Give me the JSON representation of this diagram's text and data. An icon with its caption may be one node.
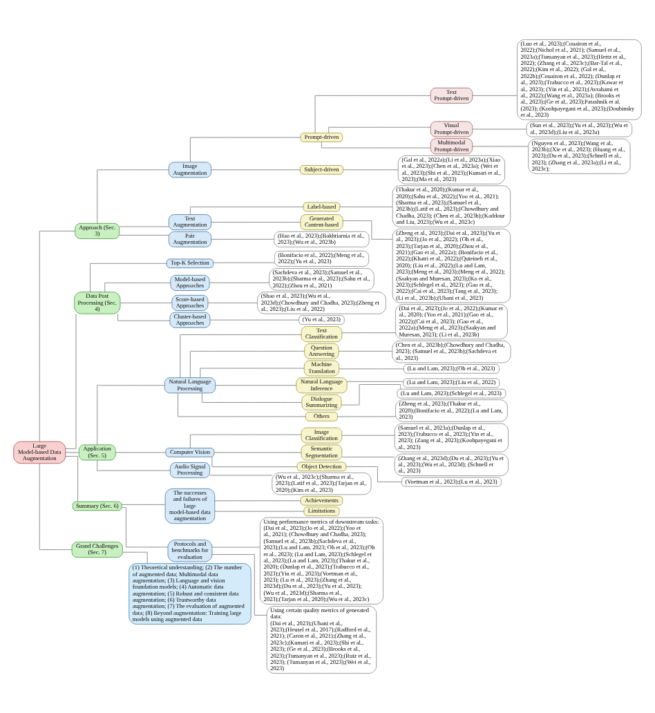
{
  "diagram": {
    "nodes": [
      {
        "text": [
          "Large Model-based Data Augmentation"
        ]
      },
      {
        "text": [
          "Approach (Sec. 3)"
        ]
      },
      {
        "text": [
          "Image Augmentation"
        ]
      },
      {
        "text": [
          "Prompt-driven"
        ]
      },
      {
        "text": [
          "Text Prompt-driven"
        ]
      },
      {
        "text": [
          "(Luo et al., 2023);(Couairon et al., 2022);(Nichol et al., 2021); (Samuel et al., 2023a);(Tumanyan et al., 2023);(Hertz et al., 2022); (Zhang et al., 2023c);(Bar-Tal et al., 2022);(Kim et al., 2022); (Gal et al., 2022b);(Couairon et al., 2022); (Dunlap et al., 2023);(Trabucco et al., 2023);(Kawar et al., 2023); (Yin et al., 2023);(Avrahami et al., 2022);(Wang et al., 2023a); (Brooks et al., 2023);(Ge et al., 2023);Patashnik et al. (2023); (Koohpayegani et al., 2023);(Doubinsky et al., 2023)"
        ]
      },
      {
        "text": [
          "Visual Prompt-driven"
        ]
      },
      {
        "text": [
          "(Sun et al., 2023);(Yu et al., 2023);(Wu et al., 2023d);(Liu et al., 2023a)"
        ]
      },
      {
        "text": [
          "Multimodal Prompt-driven"
        ]
      },
      {
        "text": [
          "(Nguyen et al., 2023);(Wang et al., 2023b);(Xie et al., 2023); (Huang et al., 2023);(Du et al., 2023);(Schnell et al., 2023); (Zhang et al., 2023a);(Li et al., 2023c);"
        ]
      },
      {
        "text": [
          "Subject-driven"
        ]
      },
      {
        "text": [
          "(Gal et al., 2022a);(Li et al., 2023a);(Xiao et al., 2023);(Chen et al., 2023a); (Wei et al., 2023);(Shi et al., 2023);(Kumari et al., 2023);(Ma et al., 2023)"
        ]
      },
      {
        "text": [
          "Text Augmentation"
        ]
      },
      {
        "text": [
          "Label-based"
        ]
      },
      {
        "text": [
          "(Thakur et al., 2020);(Kumar et al., 2020);(Sahu et al., 2022);(Yoo et al., 2021); (Sharma et al., 2023);(Samuel et al., 2023b);(Latif et al., 2023);(Chowdhury and Chadha, 2023); (Chen et al., 2023b);(Kaddour and Liu, 2023);(Wu et al., 2023c)"
        ]
      },
      {
        "text": [
          "Generated Content-based"
        ]
      },
      {
        "text": [
          "(Zheng et al., 2023);(Dai et al., 2023);(Yu et al., 2023);(Jo et al., 2022); (Oh et al., 2023);(Tarjan et al., 2020);(Zhou et al., 2021);(Gao et al., 2022a); (Bonifacio et al., 2022);(Khatri et al., 2022);(Quteineh et al., 2020); (Liu et al., 2022);(Lu and Lam, 2023);(Meng et al., 2023);(Meng et al., 2022); (Saakyan and Muresan, 2023);(Ko et al., 2023);(Schlegel et al., 2023); (Gao et al., 2022);(Cai et al., 2023);(Tang et al., 2023); (Li et al., 2023b);(Ubani et al., 2023)"
        ]
      },
      {
        "text": [
          "Pair Augmentation"
        ]
      },
      {
        "text": [
          "(Hao et al., 2023);(Bakhtiarnia et al., 2023);(Wu et al., 2023b)"
        ]
      },
      {
        "text": [
          "Data Post Processing (Sec. 4)"
        ]
      },
      {
        "text": [
          "Top-K Selection"
        ]
      },
      {
        "text": [
          "(Bonifacio et al., 2022);(Meng et al., 2022);(Yu et al., 2023)"
        ]
      },
      {
        "text": [
          "Model-based Approaches"
        ]
      },
      {
        "text": [
          "(Sachdeva et al., 2023);(Samuel et al., 2023b);(Sharma et al., 2023);(Sahu et al., 2022);(Zhou et al., 2021)"
        ]
      },
      {
        "text": [
          "Score-based Approaches"
        ]
      },
      {
        "text": [
          "(Shao et al., 2023);(Wu et al., 2023d);(Chowdhury and Chadha, 2023);(Zheng et al., 2023);(Liu et al., 2022)"
        ]
      },
      {
        "text": [
          "Cluster-based Approaches"
        ]
      },
      {
        "text": [
          "(Yu et al., 2023)"
        ]
      },
      {
        "text": [
          "Application (Sec. 5)"
        ]
      },
      {
        "text": [
          "Natural Language Processing"
        ]
      },
      {
        "text": [
          "Text Classification"
        ]
      },
      {
        "text": [
          "(Dai et al., 2023);(Jo et al., 2022);(Kumar et al., 2020); (Yoo et al., 2021);(Gao et al., 2022);(Cai et al., 2023); (Gao et al., 2022a);(Meng et al., 2023);(Saakyan and Muresan, 2023); (Li et al., 2023b)"
        ]
      },
      {
        "text": [
          "Question Answering"
        ]
      },
      {
        "text": [
          "(Chen et al., 2023b);(Chowdhury and Chadha, 2023); (Samuel et al., 2023b);(Sachdeva et al., 2023)"
        ]
      },
      {
        "text": [
          "Machine Translation"
        ]
      },
      {
        "text": [
          "(Lu and Lam, 2023);(Oh et al., 2023)"
        ]
      },
      {
        "text": [
          "Natural Language Inference"
        ]
      },
      {
        "text": [
          "(Lu and Lam, 2023);(Liu et al., 2022)"
        ]
      },
      {
        "text": [
          "Dialogue Summarizing"
        ]
      },
      {
        "text": [
          "(Lu and Lam, 2023);(Schlegel et al., 2023)"
        ]
      },
      {
        "text": [
          "Others"
        ]
      },
      {
        "text": [
          "(Zheng et al., 2023);(Thakur et al., 2020);(Bonifacio et al., 2022);(Lu and Lam, 2023)"
        ]
      },
      {
        "text": [
          "Computer Vision"
        ]
      },
      {
        "text": [
          "Image Classification"
        ]
      },
      {
        "text": [
          "(Samuel et al., 2023a);(Dunlap et al., 2023);(Trabucco et al., 2023);(Yin et al., 2023); (Zang et al., 2023);(Koohpayegani et al., 2023)"
        ]
      },
      {
        "text": [
          "Semantic Segmentation"
        ]
      },
      {
        "text": [
          "(Zhang et al., 2023d);(Du et al., 2023);(Yu et al., 2023);(Wu et al., 2023d); (Schnell et al., 2023)"
        ]
      },
      {
        "text": [
          "Object Detection"
        ]
      },
      {
        "text": [
          "(Voetman et al., 2023);(Lu et al., 2023)"
        ]
      },
      {
        "text": [
          "Audio Signal Processing"
        ]
      },
      {
        "text": [
          "(Wu et al., 2023c);(Sharma et al., 2023);(Latif et al., 2023);(Tarjan et al., 2020);(Kim et al., 2023)"
        ]
      },
      {
        "text": [
          "Summary (Sec. 6)"
        ]
      },
      {
        "text": [
          "The successes and failures of large model-based data augmentation"
        ]
      },
      {
        "text": [
          "Achievements"
        ]
      },
      {
        "text": [
          "Limitations"
        ]
      },
      {
        "text": [
          "Protocols and benchmarks for evaluation"
        ]
      },
      {
        "text": [
          "Using performance metrics of downstream tasks:",
          "(Dai et al., 2023);(Jo et al., 2022);(Yoo et al., 2021); (Chowdhury and Chadha, 2023); (Samuel et al., 2023b);(Sachdeva et al., 2023);(Lu and Lam, 2023; Oh et al., 2023);(Oh et al., 2023); (Lu and Lam, 2023);(Schlegel et al., 2023);(Lu and Lam, 2023);(Thakur et al., 2020); (Dunlap et al., 2023);(Trabucco et al., 2023);(Yin et al., 2023);(Voetman et al., 2023); (Lu et al., 2023);(Zhang et al., 2023d);(Du et al., 2023);(Yu et al., 2023); (Wu et al., 2023d);(Sharma et al., 2023);(Tarjan et al., 2020);(Wu et al., 2023c)"
        ]
      },
      {
        "text": [
          "Using certain quality metrics of generated data:",
          "(Dai et al., 2023);(Ubani et al., 2023);(Heusel et al., 2017);(Radford et al., 2021); (Caron et al., 2021);(Zhang et al., 2023c);(Kumari et al., 2023);(Shi et al., 2023); (Ge et al., 2023);(Brooks et al., 2023);(Tumanyan et al., 2023);(Ruiz et al., 2023); (Tumanyan et al., 2023);(Wei et al., 2023)"
        ]
      },
      {
        "text": [
          "Grand Challenges (Sec. 7)"
        ]
      },
      {
        "text": [
          "(1) Theoretical understanding; (2) The number of augmented data; Multimodal data augmentation; (3) Language and vision foundation models; (4) Automatic data augmentation; (5) Robust and consistent data augmentation; (6) Trustworthy data augmentation; (7) The evaluation of augmented data; (8) Beyond augmentation: Training large models using augmented data"
        ]
      }
    ],
    "edges": [
      {
        "from": 0,
        "to": 1,
        "arrow": "none"
      },
      {
        "from": 1,
        "to": 2,
        "arrow": "none"
      },
      {
        "from": 2,
        "to": 3,
        "arrow": "none"
      },
      {
        "from": 3,
        "to": 4,
        "arrow": "none"
      },
      {
        "from": 4,
        "to": 5,
        "arrow": "none"
      },
      {
        "from": 3,
        "to": 6,
        "arrow": "none"
      },
      {
        "from": 6,
        "to": 7,
        "arrow": "none"
      },
      {
        "from": 3,
        "to": 8,
        "arrow": "none"
      },
      {
        "from": 8,
        "to": 9,
        "arrow": "none"
      },
      {
        "from": 2,
        "to": 10,
        "arrow": "none"
      },
      {
        "from": 10,
        "to": 11,
        "arrow": "none"
      },
      {
        "from": 1,
        "to": 12,
        "arrow": "none"
      },
      {
        "from": 12,
        "to": 13,
        "arrow": "none"
      },
      {
        "from": 13,
        "to": 14,
        "arrow": "none"
      },
      {
        "from": 12,
        "to": 15,
        "arrow": "none"
      },
      {
        "from": 15,
        "to": 16,
        "arrow": "none"
      },
      {
        "from": 1,
        "to": 17,
        "arrow": "none"
      },
      {
        "from": 17,
        "to": 18,
        "arrow": "none"
      },
      {
        "from": 0,
        "to": 19,
        "arrow": "none"
      },
      {
        "from": 19,
        "to": 20,
        "arrow": "none"
      },
      {
        "from": 20,
        "to": 21,
        "arrow": "none"
      },
      {
        "from": 19,
        "to": 22,
        "arrow": "none"
      },
      {
        "from": 22,
        "to": 23,
        "arrow": "none"
      },
      {
        "from": 19,
        "to": 24,
        "arrow": "none"
      },
      {
        "from": 24,
        "to": 25,
        "arrow": "none"
      },
      {
        "from": 19,
        "to": 26,
        "arrow": "none"
      },
      {
        "from": 26,
        "to": 27,
        "arrow": "none"
      },
      {
        "from": 0,
        "to": 28,
        "arrow": "none"
      },
      {
        "from": 28,
        "to": 29,
        "arrow": "none"
      },
      {
        "from": 29,
        "to": 30,
        "arrow": "none"
      },
      {
        "from": 30,
        "to": 31,
        "arrow": "none"
      },
      {
        "from": 29,
        "to": 32,
        "arrow": "none"
      },
      {
        "from": 32,
        "to": 33,
        "arrow": "none"
      },
      {
        "from": 29,
        "to": 34,
        "arrow": "none"
      },
      {
        "from": 34,
        "to": 35,
        "arrow": "none"
      },
      {
        "from": 29,
        "to": 36,
        "arrow": "none"
      },
      {
        "from": 36,
        "to": 37,
        "arrow": "none"
      },
      {
        "from": 29,
        "to": 38,
        "arrow": "none"
      },
      {
        "from": 38,
        "to": 39,
        "arrow": "none"
      },
      {
        "from": 29,
        "to": 40,
        "arrow": "none"
      },
      {
        "from": 40,
        "to": 41,
        "arrow": "none"
      },
      {
        "from": 28,
        "to": 42,
        "arrow": "none"
      },
      {
        "from": 42,
        "to": 43,
        "arrow": "none"
      },
      {
        "from": 43,
        "to": 44,
        "arrow": "none"
      },
      {
        "from": 42,
        "to": 45,
        "arrow": "none"
      },
      {
        "from": 45,
        "to": 46,
        "arrow": "none"
      },
      {
        "from": 42,
        "to": 47,
        "arrow": "none"
      },
      {
        "from": 47,
        "to": 48,
        "arrow": "none"
      },
      {
        "from": 28,
        "to": 49,
        "arrow": "none"
      },
      {
        "from": 49,
        "to": 50,
        "arrow": "none"
      },
      {
        "from": 0,
        "to": 51,
        "arrow": "none"
      },
      {
        "from": 51,
        "to": 52,
        "arrow": "none"
      },
      {
        "from": 52,
        "to": 53,
        "arrow": "none"
      },
      {
        "from": 52,
        "to": 54,
        "arrow": "none"
      },
      {
        "from": 51,
        "to": 55,
        "arrow": "none"
      },
      {
        "from": 55,
        "to": 56,
        "arrow": "none"
      },
      {
        "from": 55,
        "to": 57,
        "arrow": "none"
      },
      {
        "from": 0,
        "to": 58,
        "arrow": "none"
      },
      {
        "from": 58,
        "to": 59,
        "arrow": "none"
      }
    ]
  }
}
